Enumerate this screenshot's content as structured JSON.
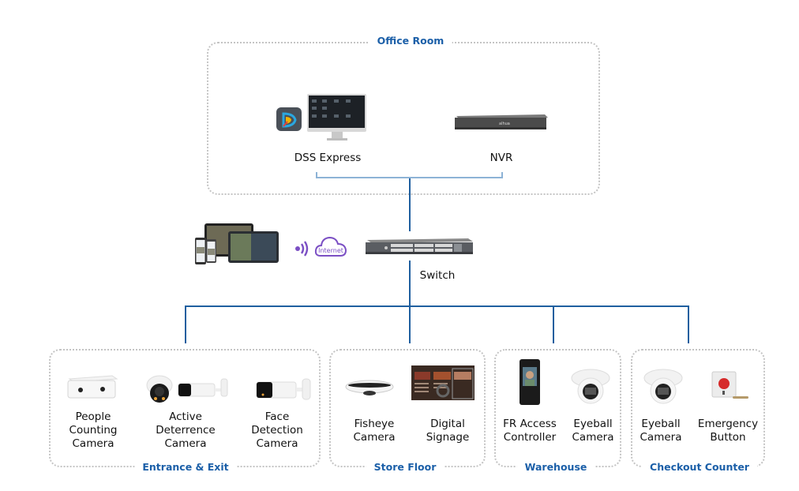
{
  "diagram": {
    "office": {
      "title": "Office Room",
      "devices": [
        {
          "label": "DSS Express",
          "icon": "dss-express-workstation-icon"
        },
        {
          "label": "NVR",
          "icon": "nvr-recorder-icon"
        }
      ]
    },
    "network": {
      "internet_label": "Internet",
      "switch_label": "Switch",
      "mobile_clients_icon": "mobile-tablet-clients-icon"
    },
    "zones": [
      {
        "title": "Entrance & Exit",
        "devices": [
          {
            "lines": [
              "People",
              "Counting",
              "Camera"
            ]
          },
          {
            "lines": [
              "Active",
              "Deterrence",
              "Camera"
            ]
          },
          {
            "lines": [
              "Face",
              "Detection",
              "Camera"
            ]
          }
        ]
      },
      {
        "title": "Store Floor",
        "devices": [
          {
            "lines": [
              "Fisheye",
              "Camera"
            ]
          },
          {
            "lines": [
              "Digital",
              "Signage"
            ]
          }
        ]
      },
      {
        "title": "Warehouse",
        "devices": [
          {
            "lines": [
              "FR Access",
              "Controller"
            ]
          },
          {
            "lines": [
              "Eyeball",
              "Camera"
            ]
          }
        ]
      },
      {
        "title": "Checkout Counter",
        "devices": [
          {
            "lines": [
              "Eyeball",
              "Camera"
            ]
          },
          {
            "lines": [
              "Emergency",
              "Button"
            ]
          }
        ]
      }
    ],
    "colors": {
      "title_blue": "#1b5fa8",
      "line_blue": "#1f5f9f",
      "bracket_blue": "#8db3d6",
      "internet_purple": "#7b4fc4",
      "zone_border": "#c4c4c4"
    }
  }
}
